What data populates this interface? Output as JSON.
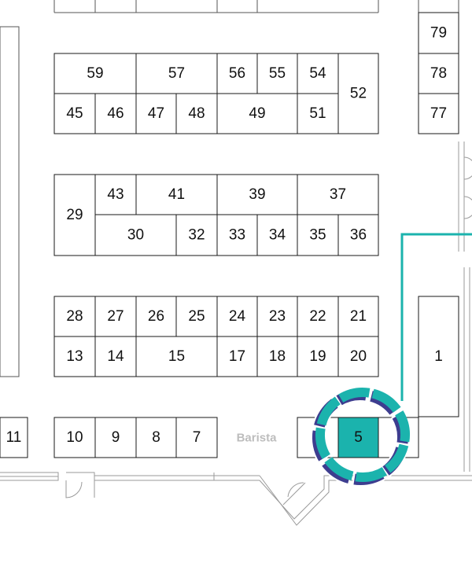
{
  "map": {
    "highlight_color": "#1bb3ad",
    "highlight_shadow_color": "#3d3d8f",
    "route_color": "#1bb3ad",
    "highlighted_booth": "5",
    "amenities": [
      {
        "id": "barista",
        "label": "Barista"
      }
    ],
    "booths": [
      {
        "id": "79",
        "label": "79"
      },
      {
        "id": "78",
        "label": "78"
      },
      {
        "id": "77",
        "label": "77"
      },
      {
        "id": "59",
        "label": "59"
      },
      {
        "id": "57",
        "label": "57"
      },
      {
        "id": "56",
        "label": "56"
      },
      {
        "id": "55",
        "label": "55"
      },
      {
        "id": "54",
        "label": "54"
      },
      {
        "id": "52",
        "label": "52"
      },
      {
        "id": "45",
        "label": "45"
      },
      {
        "id": "46",
        "label": "46"
      },
      {
        "id": "47",
        "label": "47"
      },
      {
        "id": "48",
        "label": "48"
      },
      {
        "id": "49",
        "label": "49"
      },
      {
        "id": "51",
        "label": "51"
      },
      {
        "id": "29",
        "label": "29"
      },
      {
        "id": "43",
        "label": "43"
      },
      {
        "id": "41",
        "label": "41"
      },
      {
        "id": "39",
        "label": "39"
      },
      {
        "id": "37",
        "label": "37"
      },
      {
        "id": "30",
        "label": "30"
      },
      {
        "id": "32",
        "label": "32"
      },
      {
        "id": "33",
        "label": "33"
      },
      {
        "id": "34",
        "label": "34"
      },
      {
        "id": "35",
        "label": "35"
      },
      {
        "id": "36",
        "label": "36"
      },
      {
        "id": "28",
        "label": "28"
      },
      {
        "id": "27",
        "label": "27"
      },
      {
        "id": "26",
        "label": "26"
      },
      {
        "id": "25",
        "label": "25"
      },
      {
        "id": "24",
        "label": "24"
      },
      {
        "id": "23",
        "label": "23"
      },
      {
        "id": "22",
        "label": "22"
      },
      {
        "id": "21",
        "label": "21"
      },
      {
        "id": "13",
        "label": "13"
      },
      {
        "id": "14",
        "label": "14"
      },
      {
        "id": "15",
        "label": "15"
      },
      {
        "id": "17",
        "label": "17"
      },
      {
        "id": "18",
        "label": "18"
      },
      {
        "id": "19",
        "label": "19"
      },
      {
        "id": "20",
        "label": "20"
      },
      {
        "id": "1",
        "label": "1"
      },
      {
        "id": "11",
        "label": "11"
      },
      {
        "id": "10",
        "label": "10"
      },
      {
        "id": "9",
        "label": "9"
      },
      {
        "id": "8",
        "label": "8"
      },
      {
        "id": "7",
        "label": "7"
      },
      {
        "id": "5",
        "label": "5"
      }
    ]
  }
}
